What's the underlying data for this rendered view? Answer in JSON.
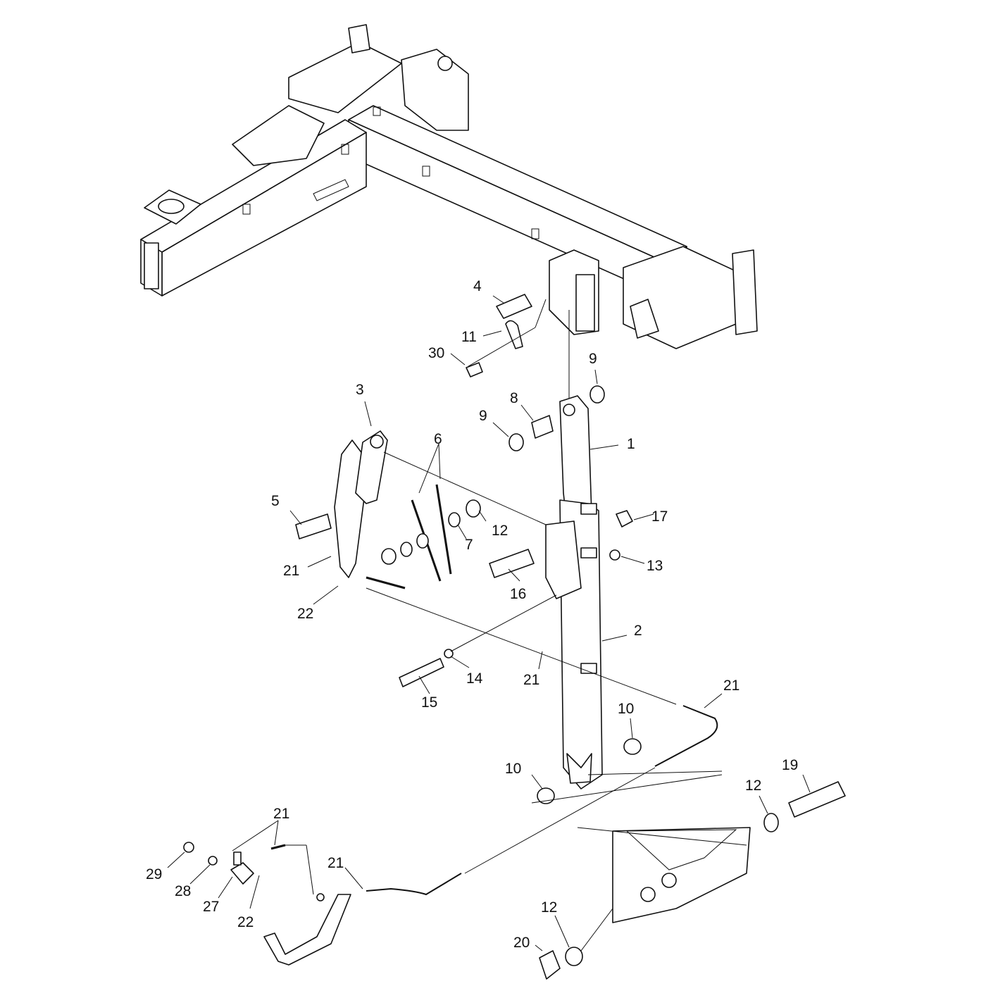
{
  "callouts": {
    "c1": "1",
    "c2": "2",
    "c3": "3",
    "c4": "4",
    "c5": "5",
    "c6": "6",
    "c7": "7",
    "c8": "8",
    "c9a": "9",
    "c9b": "9",
    "c10a": "10",
    "c10b": "10",
    "c11": "11",
    "c12a": "12",
    "c12b": "12",
    "c12c": "12",
    "c13": "13",
    "c14": "14",
    "c15": "15",
    "c16": "16",
    "c17": "17",
    "c19": "19",
    "c20": "20",
    "c21a": "21",
    "c21b": "21",
    "c21c": "21",
    "c21d": "21",
    "c21e": "21",
    "c22a": "22",
    "c22b": "22",
    "c27": "27",
    "c28": "28",
    "c29": "29",
    "c30": "30"
  }
}
